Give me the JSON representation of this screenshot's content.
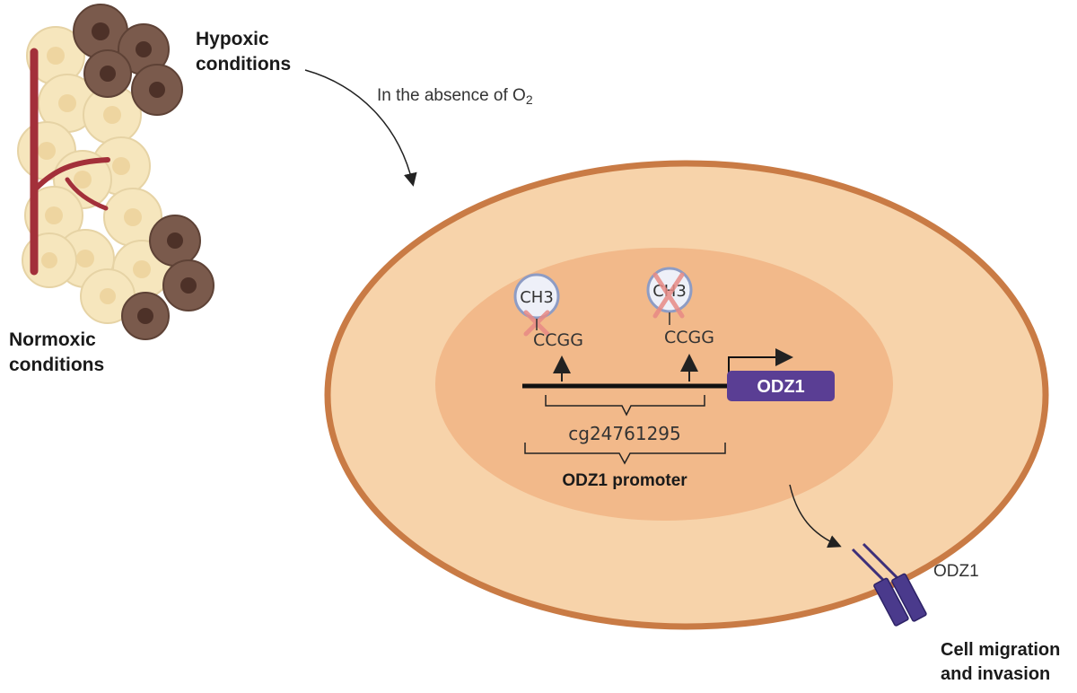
{
  "tissue": {
    "hypoxic_label_line1": "Hypoxic",
    "hypoxic_label_line2": "conditions",
    "normoxic_label_line1": "Normoxic",
    "normoxic_label_line2": "conditions"
  },
  "arrow_note": {
    "text": "In the absence of O",
    "subscript": "2"
  },
  "nucleus": {
    "methyl_group_1": "CH3",
    "methyl_group_2": "CH3",
    "site_1": "CCGG",
    "site_2": "CCGG",
    "gene_box": "ODZ1",
    "cpg_probe": "cg24761295",
    "promoter_label": "ODZ1 promoter"
  },
  "membrane": {
    "receptor_label": "ODZ1",
    "outcome_line1": "Cell migration",
    "outcome_line2": "and invasion"
  },
  "colors": {
    "cell_outer": "#f7d3aa",
    "cell_border": "#c97b45",
    "nucleus_fill": "#f2b98a",
    "gene_box": "#5a3e94",
    "vessel": "#a3303a",
    "normoxic_cell": "#f6e6bd",
    "hypoxic_cell": "#7a5a4c",
    "cross_mark": "#e88a85"
  }
}
